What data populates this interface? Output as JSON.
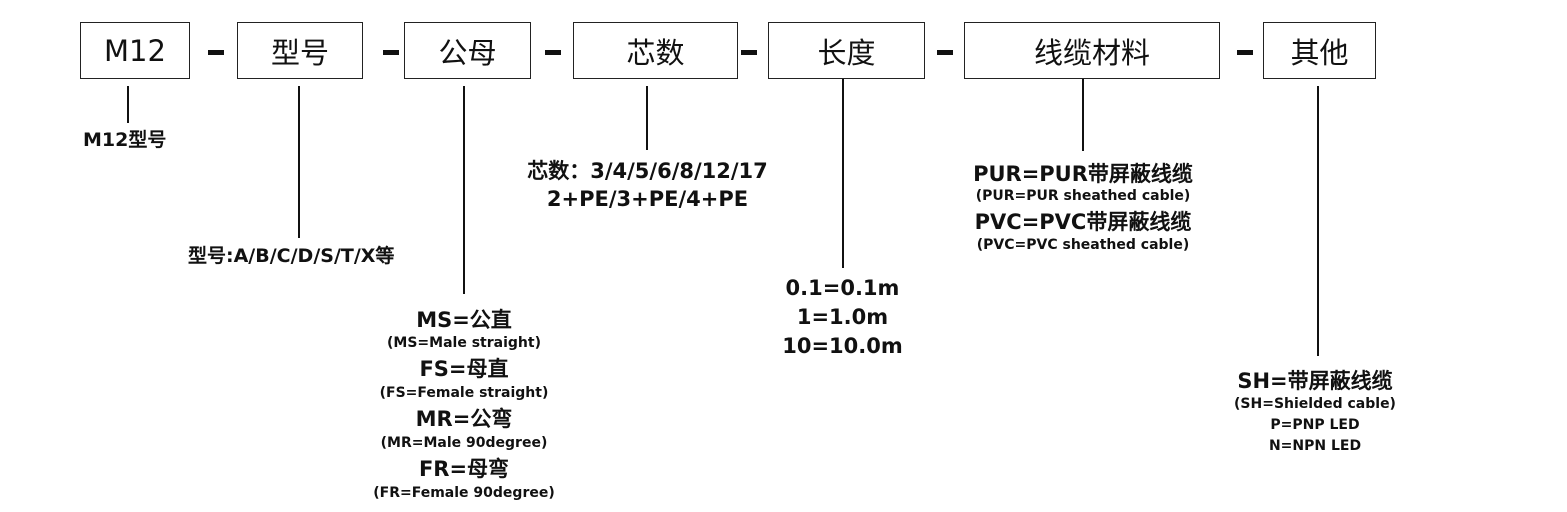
{
  "boxes": {
    "m12": "M12",
    "model": "型号",
    "gender": "公母",
    "cores": "芯数",
    "length": "长度",
    "cable_material": "线缆材料",
    "other": "其他"
  },
  "m12_desc": "M12型号",
  "model_desc": "型号:A/B/C/D/S/T/X等",
  "cores_desc": {
    "line1": "芯数：3/4/5/6/8/12/17",
    "line2": "2+PE/3+PE/4+PE"
  },
  "gender_desc": [
    {
      "code": "MS=公直",
      "en": "(MS=Male straight)"
    },
    {
      "code": "FS=母直",
      "en": "(FS=Female straight)"
    },
    {
      "code": "MR=公弯",
      "en": "(MR=Male 90degree)"
    },
    {
      "code": "FR=母弯",
      "en": "(FR=Female 90degree)"
    }
  ],
  "length_desc": [
    "0.1=0.1m",
    "1=1.0m",
    "10=10.0m"
  ],
  "cable_desc": [
    {
      "code": "PUR=PUR带屏蔽线缆",
      "en": "(PUR=PUR sheathed cable)"
    },
    {
      "code": "PVC=PVC带屏蔽线缆",
      "en": "(PVC=PVC sheathed cable)"
    }
  ],
  "other_desc": {
    "code": "SH=带屏蔽线缆",
    "en": "(SH=Shielded cable)",
    "pnp": "P=PNP LED",
    "npn": "N=NPN LED"
  }
}
